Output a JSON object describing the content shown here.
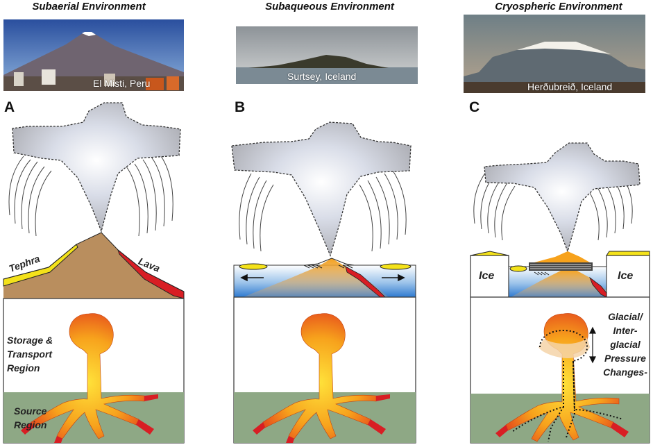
{
  "headings": {
    "subaerial": "Subaerial Environment",
    "subaqueous": "Subaqueous Environment",
    "cryospheric": "Cryospheric Environment"
  },
  "photos": {
    "a_caption": "El Misti, Peru",
    "b_caption": "Surtsey, Iceland",
    "c_caption": "Herðubreið, Iceland"
  },
  "panels": {
    "a": "A",
    "b": "B",
    "c": "C"
  },
  "labels": {
    "tephra": "Tephra",
    "lava": "Lava",
    "storage_line1": "Storage &",
    "storage_line2": "Transport",
    "storage_line3": "Region",
    "source_line1": "Source",
    "source_line2": "Region",
    "ice_left": "Ice",
    "ice_right": "Ice",
    "glacial_line1": "Glacial/",
    "glacial_line2": "Inter-",
    "glacial_line3": "glacial",
    "glacial_line4": "Pressure",
    "glacial_line5": "Changes-"
  },
  "colors": {
    "magma_outer": "#e03a1e",
    "magma_inner": "#ffd21f",
    "volcano_brown": "#b98e5e",
    "water_blue": "#3f86d1",
    "source_green": "#8ea885",
    "ice_white": "#ffffff",
    "tephra_yellow": "#f4e21a",
    "lava_red": "#d81e24"
  }
}
